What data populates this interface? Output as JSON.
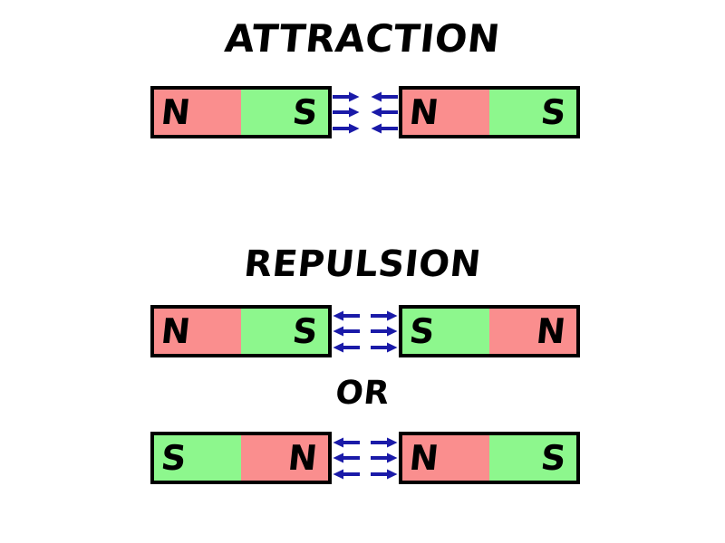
{
  "figure": {
    "title_alt": "Magnetic attraction and repulsion diagram",
    "background_color": "#ffffff",
    "pole_north_color": "#fa8e8e",
    "pole_south_color": "#8df78d",
    "outline_color": "#000000",
    "arrow_color": "#1a1aa8"
  },
  "sections": [
    {
      "heading": "ATTRACTION",
      "rows": [
        {
          "left_magnet": {
            "poles": [
              {
                "label": "N",
                "type": "N"
              },
              {
                "label": "S",
                "type": "S"
              }
            ]
          },
          "arrows": {
            "left_group_direction": "right",
            "right_group_direction": "left",
            "count": 3
          },
          "right_magnet": {
            "poles": [
              {
                "label": "N",
                "type": "N"
              },
              {
                "label": "S",
                "type": "S"
              }
            ]
          }
        }
      ]
    },
    {
      "heading": "REPULSION",
      "rows": [
        {
          "left_magnet": {
            "poles": [
              {
                "label": "N",
                "type": "N"
              },
              {
                "label": "S",
                "type": "S"
              }
            ]
          },
          "arrows": {
            "left_group_direction": "left",
            "right_group_direction": "right",
            "count": 3
          },
          "right_magnet": {
            "poles": [
              {
                "label": "S",
                "type": "S"
              },
              {
                "label": "N",
                "type": "N"
              }
            ]
          }
        }
      ]
    },
    {
      "heading": "OR",
      "rows": [
        {
          "left_magnet": {
            "poles": [
              {
                "label": "S",
                "type": "S"
              },
              {
                "label": "N",
                "type": "N"
              }
            ]
          },
          "arrows": {
            "left_group_direction": "left",
            "right_group_direction": "right",
            "count": 3
          },
          "right_magnet": {
            "poles": [
              {
                "label": "N",
                "type": "N"
              },
              {
                "label": "S",
                "type": "S"
              }
            ]
          }
        }
      ]
    }
  ]
}
